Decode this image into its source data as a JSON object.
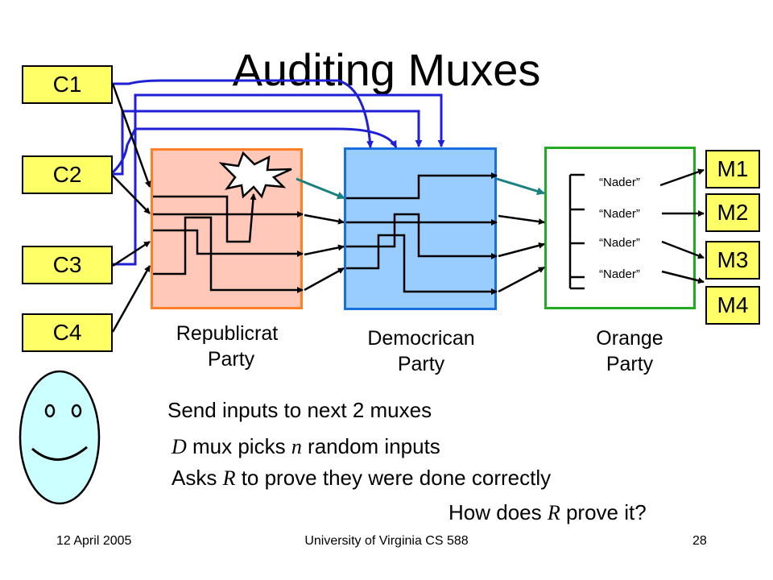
{
  "title": "Auditing Muxes",
  "inputs": [
    "C1",
    "C2",
    "C3",
    "C4"
  ],
  "outputs": [
    "M1",
    "M2",
    "M3",
    "M4"
  ],
  "muxes": [
    {
      "label_line1": "Republicrat",
      "label_line2": "Party",
      "fill": "#ffc8b8",
      "border": "#ff7f27"
    },
    {
      "label_line1": "Democrican",
      "label_line2": "Party",
      "fill": "#99ccff",
      "border": "#1a6fe0"
    },
    {
      "label_line1": "Orange",
      "label_line2": "Party",
      "fill": "#ffffff",
      "border": "#22aa22"
    }
  ],
  "nader_votes": [
    "“Nader”",
    "“Nader”",
    "“Nader”",
    "“Nader”"
  ],
  "text": {
    "send_inputs": "Send inputs to next 2 muxes",
    "picks_var": "D",
    "picks_mid": " mux picks ",
    "picks_var2": "n",
    "picks_end": " random inputs",
    "asks_start": "Asks ",
    "asks_var": "R",
    "asks_end": " to prove they were done correctly",
    "how_start": "How does ",
    "how_var": "R",
    "how_end": " prove it?"
  },
  "footer": {
    "date": "12 April 2005",
    "course": "University of Virginia CS 588",
    "page": "28"
  },
  "colors": {
    "yellow_box": "#ffff66",
    "blue_wire": "#1f1fd6",
    "teal_arrow": "#1a8080",
    "face": "#ccffff"
  },
  "icons": [
    "explosion-icon",
    "smiley-face-icon"
  ]
}
